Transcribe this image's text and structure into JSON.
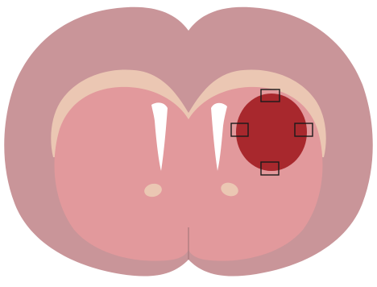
{
  "diagram": {
    "subject": "coronal-brain-section",
    "colors": {
      "background": "#ffffff",
      "cortex": "#c99599",
      "corpus_callosum": "#ebc7b3",
      "striatum": "#e2999c",
      "ventricle": "#ffffff",
      "lesion": "#a8282d",
      "sample_box_stroke": "#1a1a1a",
      "fissure": "#a8787c"
    },
    "sample_boxes": {
      "count": 4,
      "positions": [
        "top",
        "left",
        "right",
        "bottom"
      ]
    }
  }
}
